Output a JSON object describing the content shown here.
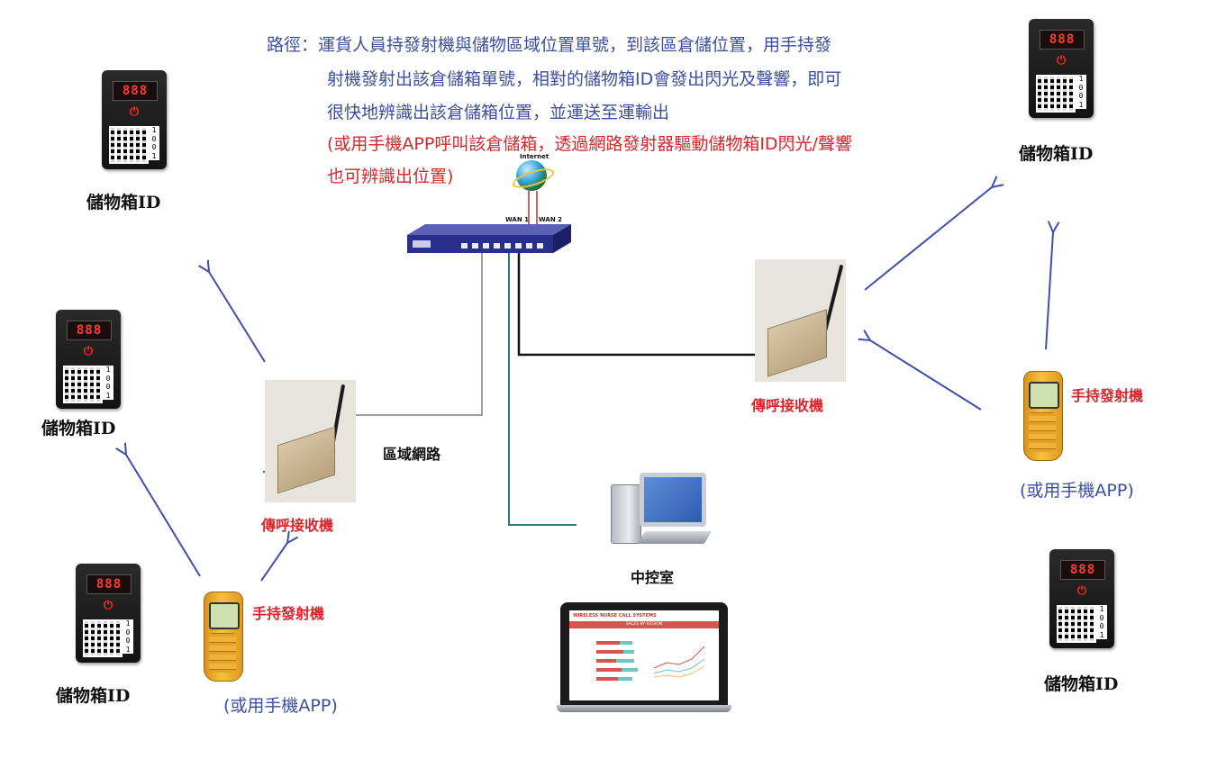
{
  "description": {
    "line1": "路徑：運貨人員持發射機與儲物區域位置單號，到該區倉儲位置，用手持發",
    "line2": "射機發射出該倉儲箱單號，相對的儲物箱ID會發出閃光及聲響，即可",
    "line3": "很快地辨識出該倉儲箱位置，並運送至運輸出",
    "line4": "(或用手機APP呼叫該倉儲箱，透過網路發射器驅動儲物箱ID閃光/聲響",
    "line5": "也可辨識出位置)"
  },
  "storage_box": {
    "label": "儲物箱ID",
    "display": "888",
    "power_symbol": "⏻",
    "bits": [
      "1",
      "0",
      "0",
      "1"
    ]
  },
  "boxes": [
    {
      "label": "儲物箱ID"
    },
    {
      "label": "儲物箱ID"
    },
    {
      "label": "儲物箱ID"
    },
    {
      "label": "儲物箱ID"
    },
    {
      "label": "儲物箱ID"
    }
  ],
  "receivers": [
    {
      "label": "傳呼接收機"
    },
    {
      "label": "傳呼接收機"
    }
  ],
  "transmitters": [
    {
      "label": "手持發射機",
      "alt_label": "(或用手機APP)"
    },
    {
      "label": "手持發射機",
      "alt_label": "(或用手機APP)"
    }
  ],
  "network": {
    "lan_label": "區域網路",
    "internet_label": "Internet",
    "wan1_label": "WAN 1",
    "wan2_label": "WAN 2"
  },
  "control_room": {
    "label": "中控室",
    "laptop_title": "WIRELESS NURSE CALL SYSTEMS",
    "laptop_subtitle": "SALES BY REGION"
  },
  "colors": {
    "arrow": "#3f4fae",
    "text_blue": "#3d4e9e",
    "text_red": "#d8262c",
    "router": "#2b2f8c",
    "lan_gray": "#9aa0a6",
    "lan_teal": "#2a7a7a",
    "wan_red": "#b8322e"
  }
}
